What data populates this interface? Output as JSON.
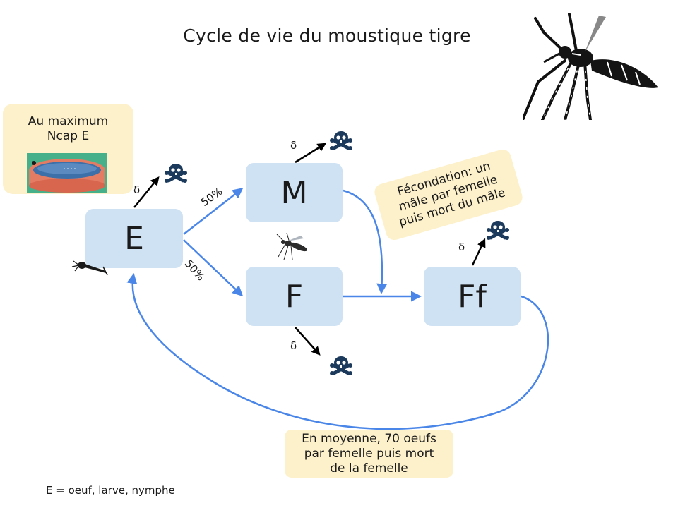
{
  "title": "Cycle de vie du moustique tigre",
  "nodes": {
    "egg": "E",
    "male": "M",
    "female": "F",
    "fertilized_female": "Ff"
  },
  "notes": {
    "capacity": [
      "Au maximum",
      "Ncap E"
    ],
    "fertilization": [
      "Fécondation: un",
      "mâle par femelle",
      "puis mort du mâle"
    ],
    "eggs_laid": [
      "En moyenne, 70 oeufs",
      "par femelle puis mort",
      "de la femelle"
    ]
  },
  "edges": {
    "to_male_pct": "50%",
    "to_female_pct": "50%",
    "mortality_symbol": "δ"
  },
  "legend": "E = oeuf, larve, nymphe",
  "colors": {
    "node_fill": "#cfe2f3",
    "note_fill": "#fdf1cc",
    "arrow_blue": "#4a86e8",
    "skull": "#1c3a5c",
    "pool_rim": "#e47b63",
    "pool_water": "#3d6fa8",
    "pool_grass": "#46b08a"
  },
  "icons": [
    "skull-crossbones-icon",
    "pool-icon",
    "mosquito-icon",
    "larva-icon"
  ]
}
